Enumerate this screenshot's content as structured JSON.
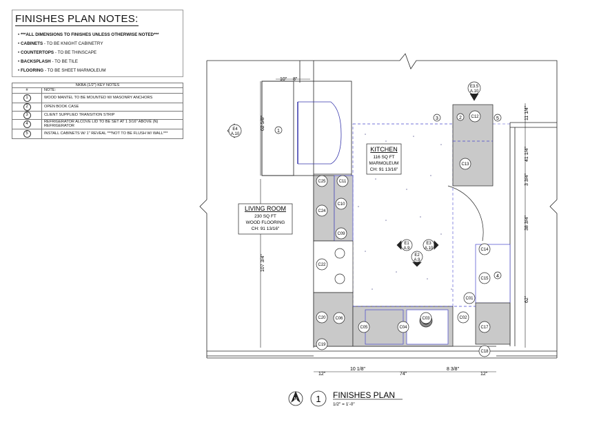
{
  "notes": {
    "title": "FINISHES PLAN NOTES:",
    "lines": [
      {
        "bold": "***ALL DIMENSIONS TO FINISHES UNLESS OTHERWISE NOTED***",
        "rest": ""
      },
      {
        "bold": "CABINETS",
        "rest": " - TO BE KNIGHT CABINETRY"
      },
      {
        "bold": "COUNTERTOPS",
        "rest": " - TO BE THINSCAPE"
      },
      {
        "bold": "BACKSPLASH",
        "rest": " - TO BE TILE"
      },
      {
        "bold": "FLOORING",
        "rest": " - TO BE SHEET MARMOLEUM"
      }
    ]
  },
  "key_notes": {
    "title": "NKBA (1/2\") KEY NOTES",
    "col_num": "#",
    "col_note": "NOTE:",
    "items": [
      {
        "num": "1",
        "text": "WOOD MANTEL TO BE MOUNTED W/ MASONRY ANCHORS"
      },
      {
        "num": "2",
        "text": "OPEN BOOK CASE"
      },
      {
        "num": "3",
        "text": "CLIENT SUPPLIED TRANSITION STRIP"
      },
      {
        "num": "4",
        "text": "REFRIGERATOR ALCOVE LID TO BE SET AT 1 3/16\" ABOVE (N) REFRIGERATOR"
      },
      {
        "num": "5",
        "text": "INSTALL CABINETS W/ 1\" REVEAL ***NOT TO BE FLUSH W/ WALL***"
      }
    ]
  },
  "rooms": {
    "living": {
      "name": "LIVING ROOM",
      "area": "230 SQ FT",
      "floor": "WOOD FLOORING",
      "ch": "CH: 91 13/16\""
    },
    "kitchen": {
      "name": "KITCHEN",
      "area": "116 SQ FT",
      "floor": "MARMOLEUM",
      "ch": "CH: 91 13/16\""
    }
  },
  "dimensions": {
    "d10": "10\"",
    "d8": "8\"",
    "d62_58": "62 5/8\"",
    "d107_34": "107 3/4\"",
    "d11_14": "11 1/4\"",
    "d41_14": "41 1/4\"",
    "d3_34": "3 3/4\"",
    "d38_34": "38 3/4\"",
    "d62": "62\"",
    "b12a": "12\"",
    "b10_18": "10 1/8\"",
    "b74": "74\"",
    "b8_38": "8 3/8\"",
    "b12b": "12\""
  },
  "cabinets": [
    "C25",
    "C11",
    "C10",
    "C24",
    "C09",
    "C22",
    "C20",
    "C06",
    "C19",
    "C05",
    "C04",
    "C03",
    "C02",
    "C01",
    "C17",
    "C18",
    "C15",
    "C14",
    "C12",
    "C13"
  ],
  "elevations": [
    {
      "top": "E4",
      "bottom": "A.10"
    },
    {
      "top": "E3.5",
      "bottom": "A.10"
    },
    {
      "top": "E1",
      "bottom": "A.9"
    },
    {
      "top": "E3",
      "bottom": "A.10"
    },
    {
      "top": "E2",
      "bottom": "A.9"
    }
  ],
  "title_block": {
    "north": "N",
    "number": "1",
    "title": "FINISHES PLAN",
    "scale": "1/2\" = 1'-0\""
  }
}
